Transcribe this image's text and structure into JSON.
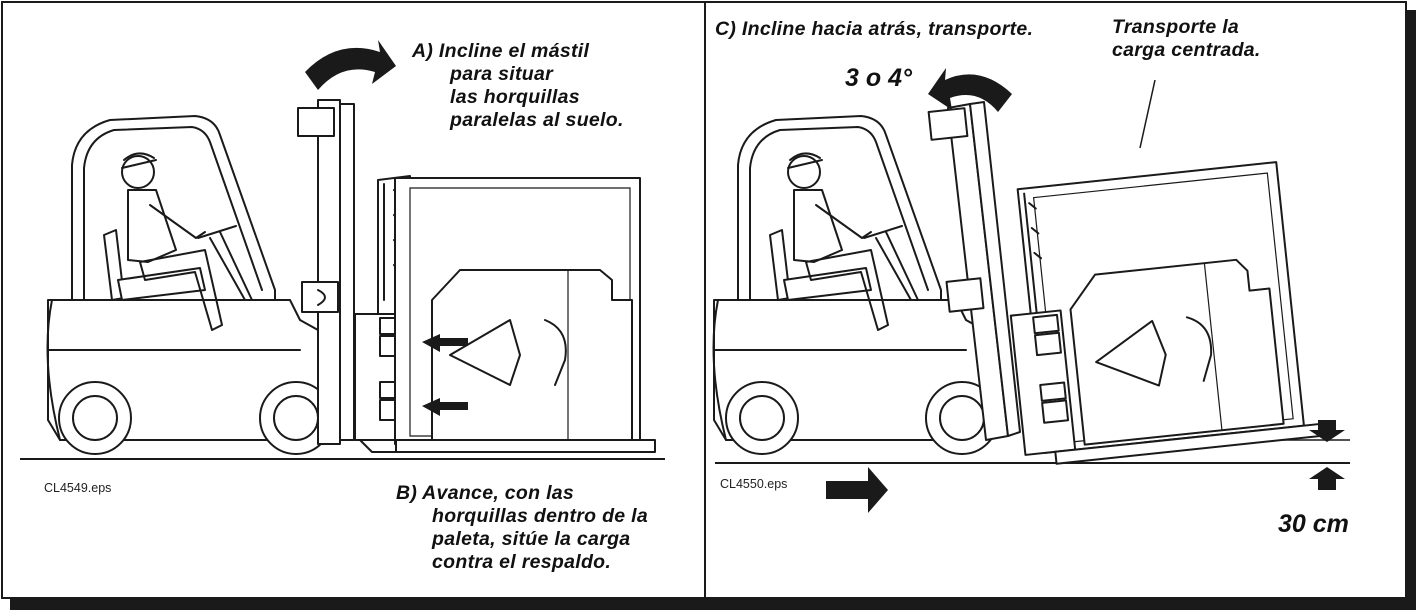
{
  "left_panel": {
    "file_label": "CL4549.eps",
    "step_a_lines": [
      "A)  Incline el mástil",
      "para situar",
      "las horquillas",
      "paralelas al suelo."
    ],
    "step_b_lines": [
      "B)  Avance, con las",
      "horquillas dentro de la",
      "paleta, sitúe la carga",
      "contra el respaldo."
    ]
  },
  "right_panel": {
    "file_label": "CL4550.eps",
    "step_c": "C) Incline hacia atrás, transporte.",
    "tilt_angle": "3 o 4°",
    "center_load_lines": [
      "Transporte la",
      "carga centrada."
    ],
    "ground_clearance": "30 cm"
  },
  "colors": {
    "ink": "#1a1a1a",
    "frame_shadow": "#1a1a1a",
    "background": "#ffffff"
  }
}
